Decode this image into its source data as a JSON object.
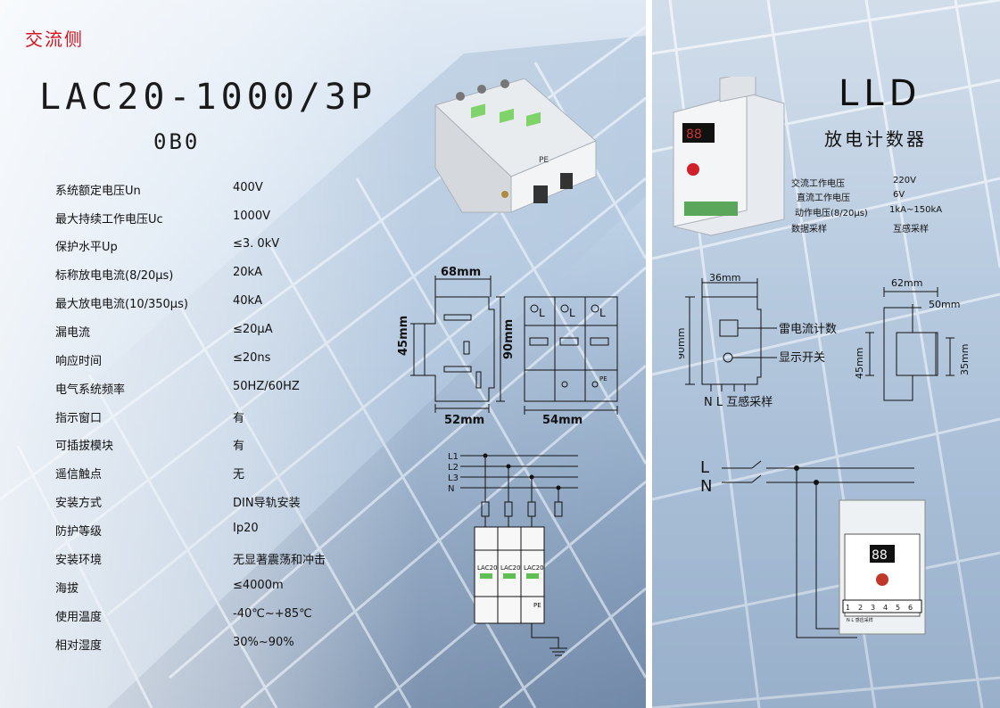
{
  "left": {
    "section_title": "交流侧",
    "model": "LAC20-1000/3P",
    "submodel": "0B0",
    "specs": [
      {
        "label": "系统额定电压Un",
        "value": "400V"
      },
      {
        "label": "最大持续工作电压Uc",
        "value": "1000V"
      },
      {
        "label": "保护水平Up",
        "value": "≤3. 0kV"
      },
      {
        "label": "标称放电电流(8/20μs)",
        "value": "20kA"
      },
      {
        "label": "最大放电电流(10/350μs)",
        "value": "40kA"
      },
      {
        "label": "漏电流",
        "value": "≤20μA"
      },
      {
        "label": "响应时间",
        "value": "≤20ns"
      },
      {
        "label": "电气系统频率",
        "value": "50HZ/60HZ"
      },
      {
        "label": "指示窗口",
        "value": "有"
      },
      {
        "label": "可插拔模块",
        "value": "有"
      },
      {
        "label": "遥信触点",
        "value": "无"
      },
      {
        "label": "安装方式",
        "value": "DIN导轨安装"
      },
      {
        "label": "防护等级",
        "value": "Ip20"
      },
      {
        "label": "安装环境",
        "value": "无显著震荡和冲击"
      },
      {
        "label": "海拔",
        "value": "≤4000m"
      },
      {
        "label": "使用温度",
        "value": "-40℃~+85℃"
      },
      {
        "label": "相对湿度",
        "value": "30%~90%"
      }
    ],
    "dims": {
      "w68": "68mm",
      "h45": "45mm",
      "w52": "52mm",
      "h90": "90mm",
      "w54": "54mm"
    },
    "terminal_labels": {
      "l": "L",
      "pe": "PE"
    },
    "wiring": {
      "lines": [
        "L1",
        "L2",
        "L3",
        "N"
      ],
      "module_label": "LAC20"
    }
  },
  "right": {
    "title": "LLD",
    "subtitle": "放电计数器",
    "specs": [
      {
        "label": "交流工作电压",
        "value": "220V"
      },
      {
        "label": "直流工作电压",
        "value": "6V"
      },
      {
        "label": "动作电压(8/20μs)",
        "value": "1kA~150kA"
      },
      {
        "label": "数据采样",
        "value": "互感采样"
      }
    ],
    "dims": {
      "w36": "36mm",
      "h90": "90mm",
      "w62": "62mm",
      "w50": "50mm",
      "h45": "45mm",
      "h35": "35mm"
    },
    "callouts": {
      "counter": "雷电流计数",
      "switch": "显示开关",
      "bottom": "N  L  互感采样"
    },
    "wiring": {
      "l": "L",
      "n": "N",
      "terminals": [
        "1",
        "2",
        "3",
        "4",
        "5",
        "6"
      ],
      "terminal_sub": "N    L        感应采样"
    },
    "display_digits": "88"
  }
}
